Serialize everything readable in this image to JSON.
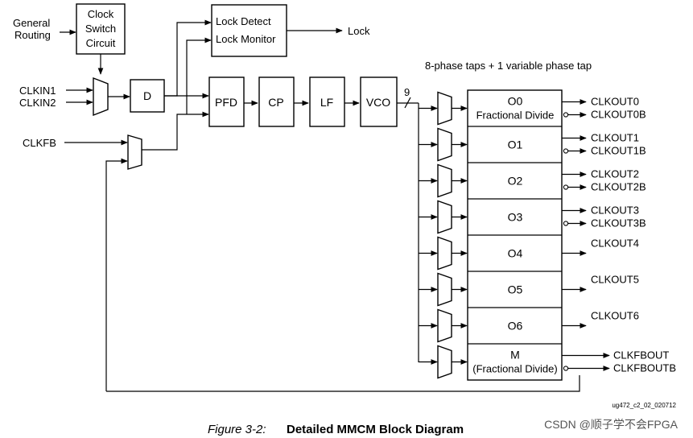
{
  "inputs": {
    "general_routing_line1": "General",
    "general_routing_line2": "Routing",
    "clkin1": "CLKIN1",
    "clkin2": "CLKIN2",
    "clkfb": "CLKFB"
  },
  "blocks": {
    "clock_switch_line1": "Clock",
    "clock_switch_line2": "Switch",
    "clock_switch_line3": "Circuit",
    "d": "D",
    "lock_detect": "Lock Detect",
    "lock_monitor": "Lock Monitor",
    "pfd": "PFD",
    "cp": "CP",
    "lf": "LF",
    "vco": "VCO"
  },
  "lock_output": "Lock",
  "tap_annotation": "8-phase taps + 1 variable phase tap",
  "bus_width": "9",
  "dividers": [
    {
      "name": "O0",
      "sub": "Fractional Divide"
    },
    {
      "name": "O1",
      "sub": ""
    },
    {
      "name": "O2",
      "sub": ""
    },
    {
      "name": "O3",
      "sub": ""
    },
    {
      "name": "O4",
      "sub": ""
    },
    {
      "name": "O5",
      "sub": ""
    },
    {
      "name": "O6",
      "sub": ""
    },
    {
      "name": "M",
      "sub": "(Fractional Divide)"
    }
  ],
  "outputs": [
    {
      "main": "CLKOUT0",
      "inv": "CLKOUT0B"
    },
    {
      "main": "CLKOUT1",
      "inv": "CLKOUT1B"
    },
    {
      "main": "CLKOUT2",
      "inv": "CLKOUT2B"
    },
    {
      "main": "CLKOUT3",
      "inv": "CLKOUT3B"
    },
    {
      "main": "CLKOUT4",
      "inv": ""
    },
    {
      "main": "CLKOUT5",
      "inv": ""
    },
    {
      "main": "CLKOUT6",
      "inv": ""
    },
    {
      "main": "CLKFBOUT",
      "inv": "CLKFBOUTB"
    }
  ],
  "figure_id": "ug472_c2_02_020712",
  "caption": {
    "figure_number": "Figure 3-2:",
    "title": "Detailed MMCM Block Diagram"
  },
  "watermark": "CSDN @顺子学不会FPGA"
}
